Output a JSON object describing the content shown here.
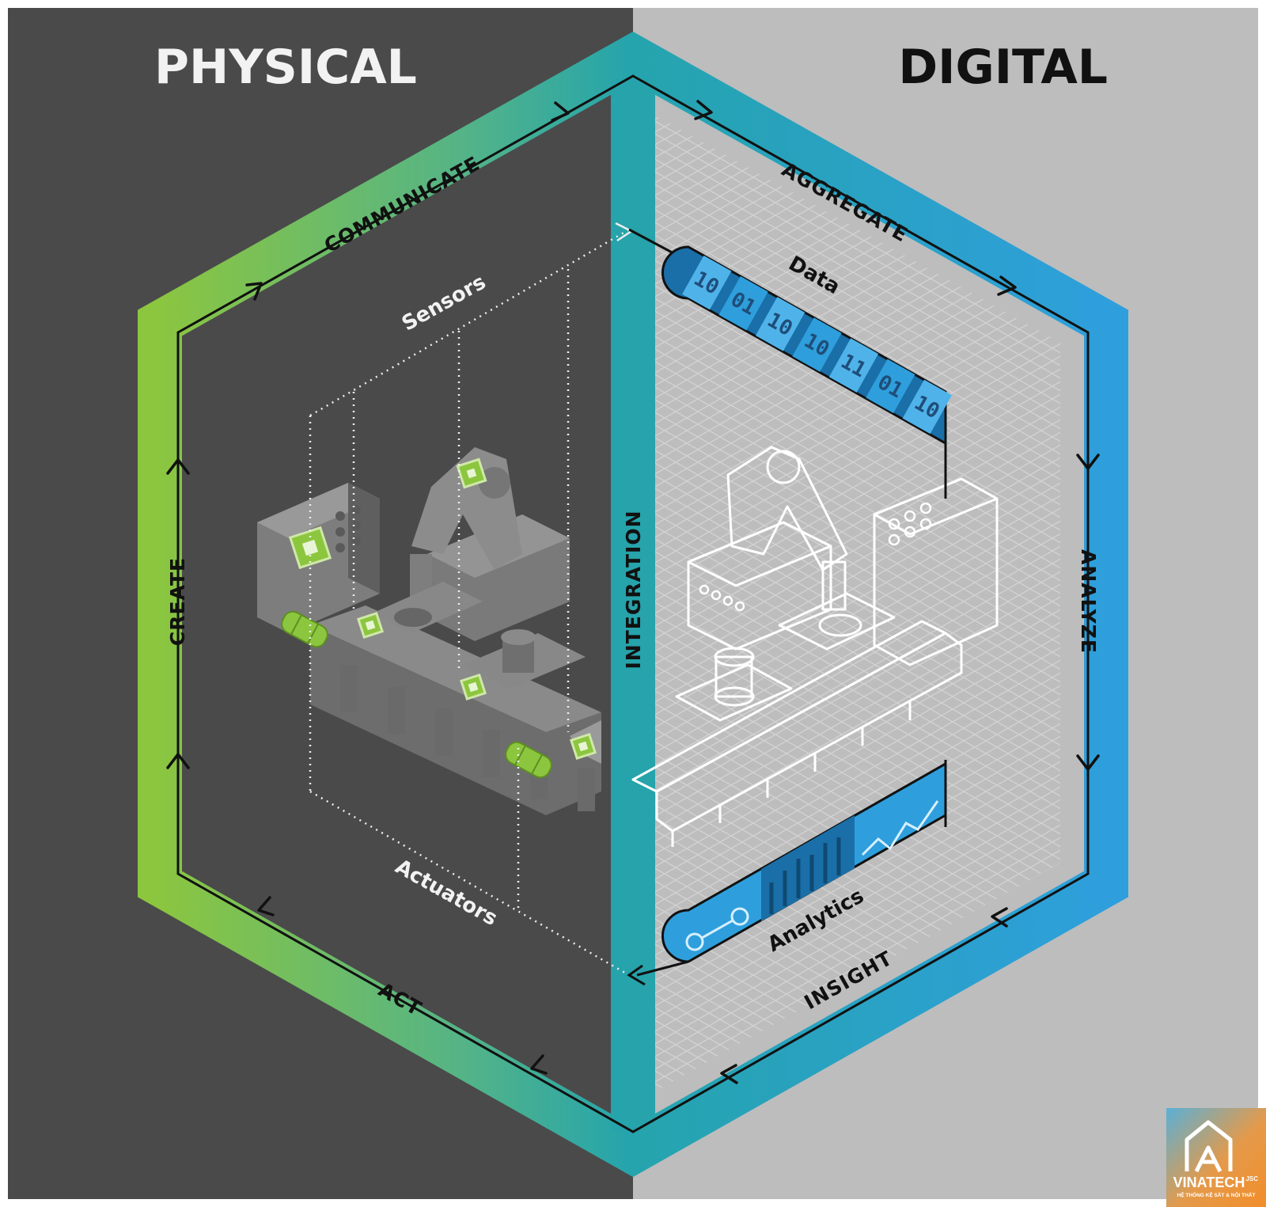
{
  "titles": {
    "left": "PHYSICAL",
    "right": "DIGITAL"
  },
  "phases": {
    "create": "CREATE",
    "communicate": "COMMUNICATE",
    "aggregate": "AGGREGATE",
    "analyze": "ANALYZE",
    "insight": "INSIGHT",
    "act": "ACT",
    "integration": "INTEGRATION"
  },
  "labels": {
    "sensors": "Sensors",
    "actuators": "Actuators",
    "data": "Data",
    "analytics": "Analytics"
  },
  "data_bits": [
    "10",
    "01",
    "10",
    "10",
    "11",
    "01",
    "10"
  ],
  "logo": {
    "name": "VINATECH",
    "suffix": "JSC",
    "tagline": "HỆ THỐNG KỆ SẮT & NỘI THẤT"
  },
  "colors": {
    "physical_bg": "#4a4a4a",
    "digital_bg": "#bdbdbd",
    "green": "#8cc63f",
    "teal": "#2aa8a8",
    "blue": "#2e9fdc",
    "sensor_green": "#8cc63f"
  }
}
